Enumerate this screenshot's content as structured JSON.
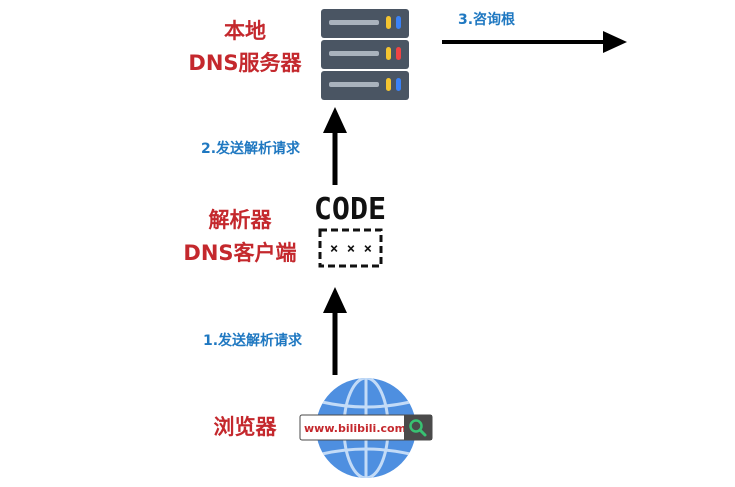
{
  "nodes": {
    "server": {
      "line1": "本地",
      "line2": "DNS服务器"
    },
    "resolver": {
      "line1": "解析器",
      "line2": "DNS客户端",
      "code_text": "CODE",
      "masked_text": "× × ×"
    },
    "browser": {
      "label": "浏览器",
      "url": "www.bilibili.com"
    }
  },
  "edges": {
    "step1": "1.发送解析请求",
    "step2": "2.发送解析请求",
    "step3": "3.咨询根"
  },
  "colors": {
    "label_red": "#c4282d",
    "label_blue": "#1f78c1",
    "server_body": "#4a5563",
    "globe_blue": "#4e8fe0"
  }
}
